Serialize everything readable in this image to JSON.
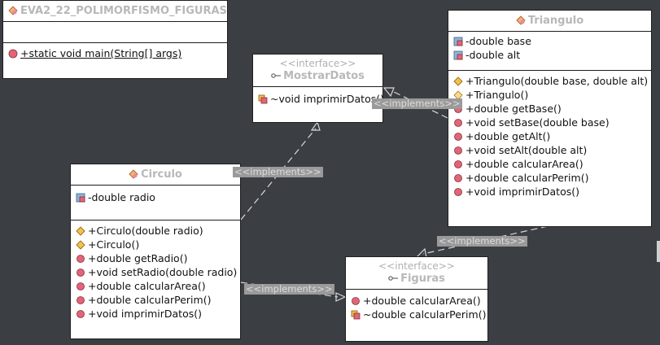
{
  "main_class": {
    "name": "EVA2_22_POLIMORFISMO_FIGURAS",
    "methods": [
      "+static void main(String[] args)"
    ]
  },
  "mostrar": {
    "stereotype": "<<interface>>",
    "name": "MostrarDatos",
    "methods": [
      "~void imprimirDatos()"
    ]
  },
  "triangulo": {
    "name": "Triangulo",
    "attributes": [
      "-double base",
      "-double alt"
    ],
    "methods": [
      "+Triangulo(double base, double alt)",
      "+Triangulo()",
      "+double getBase()",
      "+void setBase(double base)",
      "+double getAlt()",
      "+void setAlt(double alt)",
      "+double calcularArea()",
      "+double calcularPerim()",
      "+void imprimirDatos()"
    ]
  },
  "circulo": {
    "name": "Circulo",
    "attributes": [
      "-double radio"
    ],
    "methods": [
      "+Circulo(double radio)",
      "+Circulo()",
      "+double getRadio()",
      "+void setRadio(double radio)",
      "+double calcularArea()",
      "+double calcularPerim()",
      "+void imprimirDatos()"
    ]
  },
  "figuras": {
    "stereotype": "<<interface>>",
    "name": "Figuras",
    "methods": [
      "+double calcularArea()",
      "~double calcularPerim()"
    ]
  },
  "links": {
    "tri_mostrar": "<<implements>>",
    "circ_mostrar": "<<implements>>",
    "tri_figuras": "<<implements>>",
    "circ_figuras": "<<implements>>"
  },
  "colors": {
    "background": "#3b3f43",
    "header_text": "#b8b8b8",
    "label_bg": "#9a9a9a",
    "label_text": "#dcdcdc",
    "connector": "#d8d8d8"
  }
}
